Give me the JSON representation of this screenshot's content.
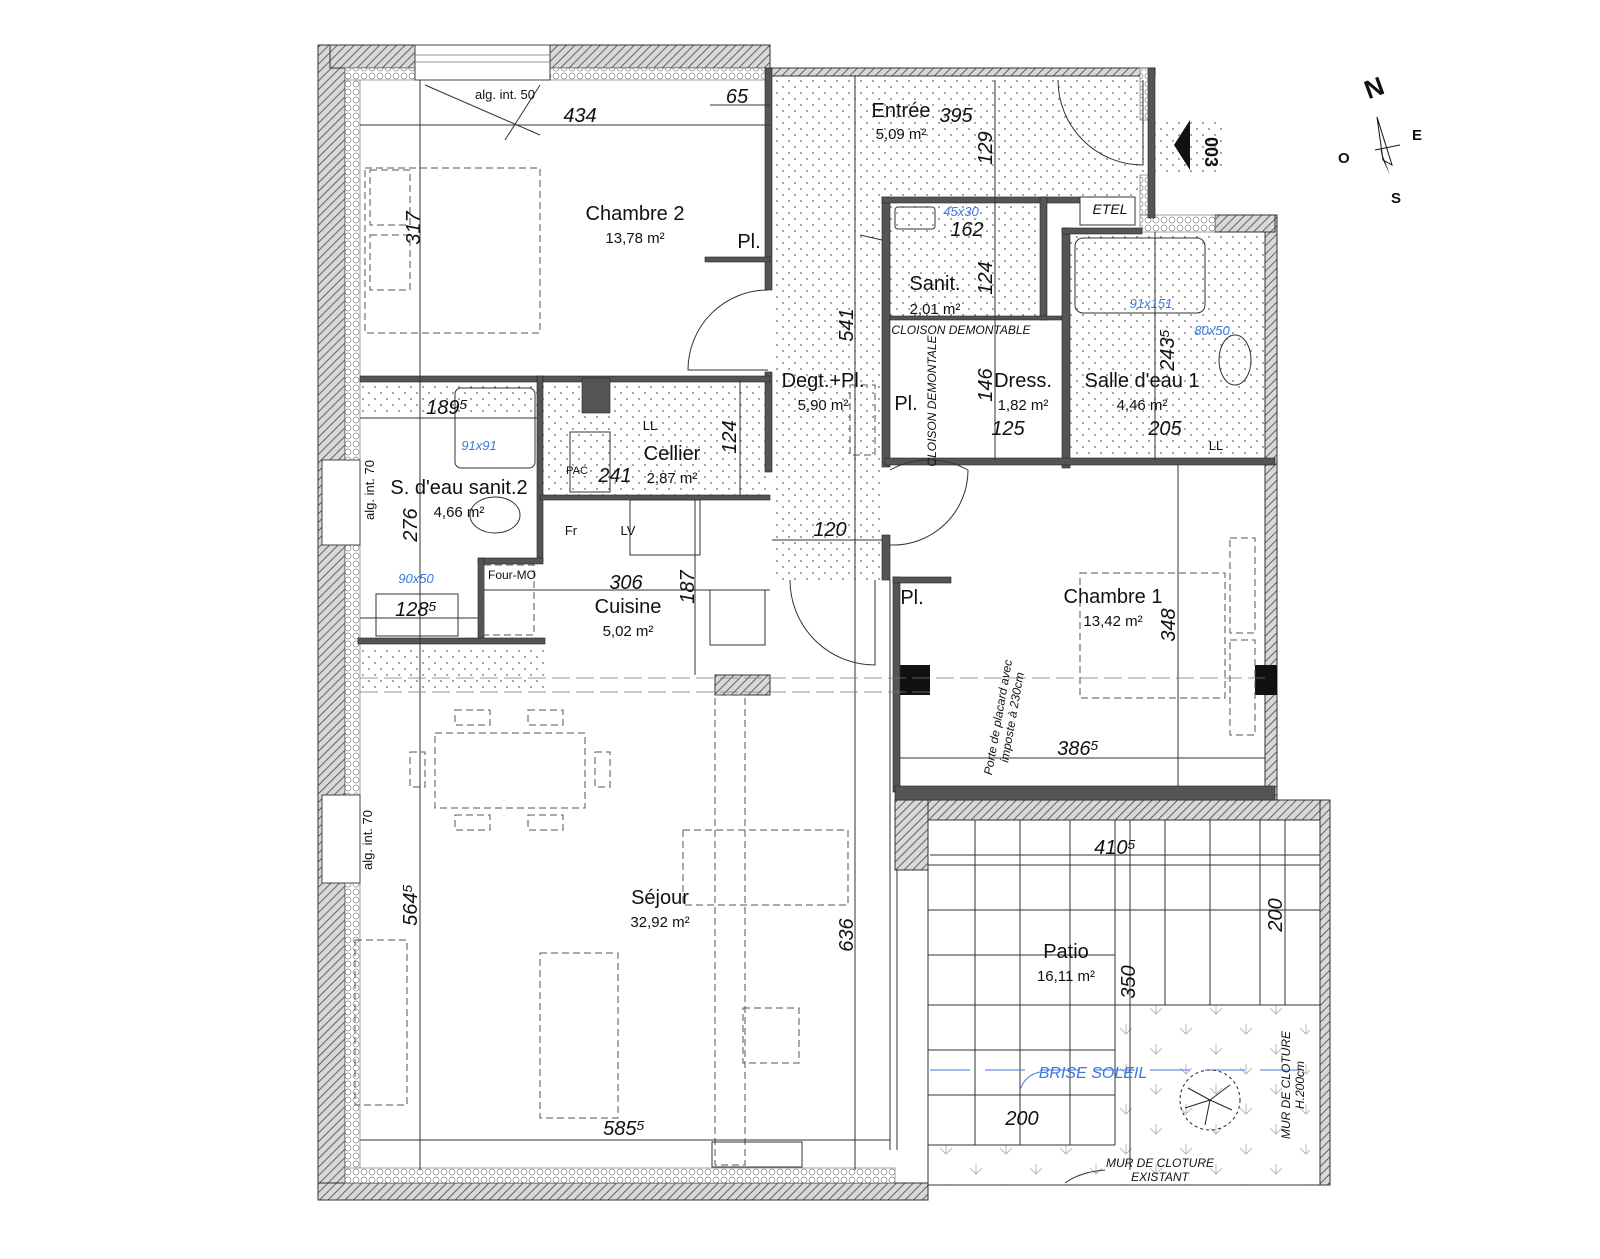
{
  "rooms": {
    "chambre2": {
      "name": "Chambre 2",
      "area": "13,78 m²"
    },
    "entree": {
      "name": "Entrée",
      "area": "5,09 m²"
    },
    "sanit": {
      "name": "Sanit.",
      "area": "2,01 m²"
    },
    "degt": {
      "name": "Degt.+Pl.",
      "area": "5,90 m²"
    },
    "dress": {
      "name": "Dress.",
      "area": "1,82 m²"
    },
    "salle_eau1": {
      "name": "Salle d'eau 1",
      "area": "4,46 m²"
    },
    "cellier": {
      "name": "Cellier",
      "area": "2,87 m²"
    },
    "sdeau2": {
      "name": "S. d'eau sanit.2",
      "area": "4,66 m²"
    },
    "cuisine": {
      "name": "Cuisine",
      "area": "5,02 m²"
    },
    "chambre1": {
      "name": "Chambre 1",
      "area": "13,42 m²"
    },
    "sejour": {
      "name": "Séjour",
      "area": "32,92 m²"
    },
    "patio": {
      "name": "Patio",
      "area": "16,11 m²"
    }
  },
  "dimensions": {
    "d434": "434",
    "d65": "65",
    "d317": "317",
    "d395": "395",
    "d129": "129",
    "d162": "162",
    "d124a": "124",
    "d541": "541",
    "d2435": "243⁵",
    "d146": "146",
    "d125": "125",
    "d205": "205",
    "d1895": "189⁵",
    "d124b": "124",
    "d241": "241",
    "d276": "276",
    "d120": "120",
    "d306": "306",
    "d187": "187",
    "d1285": "128⁵",
    "d348": "348",
    "d3865": "386⁵",
    "d4105": "410⁵",
    "d5645": "564⁵",
    "d636": "636",
    "d200a": "200",
    "d350": "350",
    "d200b": "200",
    "d5855": "585⁵"
  },
  "equipment": {
    "shower1": "91x151",
    "shower2": "91x91",
    "basin_sanit": "45x30",
    "basin_sde1": "80x50",
    "basin_sde2": "90x50"
  },
  "labels": {
    "alg50": "alg. int. 50",
    "alg70a": "alg. int. 70",
    "alg70b": "alg. int. 70",
    "pl_ch2": "Pl.",
    "pl_degt": "Pl.",
    "pl_ch1": "Pl.",
    "etel": "ETEL",
    "cloison_h": "CLOISON DEMONTABLE",
    "cloison_v": "CLOISON DEMONTALE",
    "ll1": "LL",
    "ll2": "LL",
    "pac": "PAC",
    "fr": "Fr",
    "lv": "LV",
    "four": "Four-MO",
    "placard1": "Porte de placard avec",
    "placard2": "imposte à 230cm",
    "brise": "BRISE SOLEIL",
    "mur1a": "MUR DE CLOTURE",
    "mur1b": "H.200cm",
    "mur2a": "MUR DE CLOTURE",
    "mur2b": "EXISTANT",
    "lot": "003"
  },
  "compass": {
    "n": "N",
    "e": "E",
    "s": "S",
    "o": "O"
  },
  "colors": {
    "annotation_blue": "#3a78e0",
    "wall": "#555555"
  }
}
